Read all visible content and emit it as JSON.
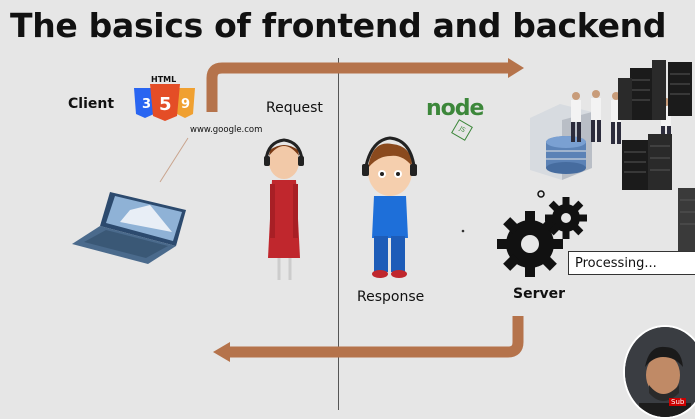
{
  "title": "The basics of frontend and backend",
  "labels": {
    "client": "Client",
    "request": "Request",
    "response": "Response",
    "server": "Server",
    "url": "www.google.com",
    "processing": "Processing...",
    "html_logo": "HTML",
    "nodejs_logo": "node",
    "nodejs_badge": "JS",
    "subscribe": "Sub"
  },
  "colors": {
    "arrow": "#b5734b",
    "background": "#e6e6e6",
    "gear": "#111111",
    "html_orange": "#e44d26",
    "css_blue": "#2965f1",
    "js_yellow": "#f0db4f",
    "nodejs_green": "#3c873a"
  }
}
